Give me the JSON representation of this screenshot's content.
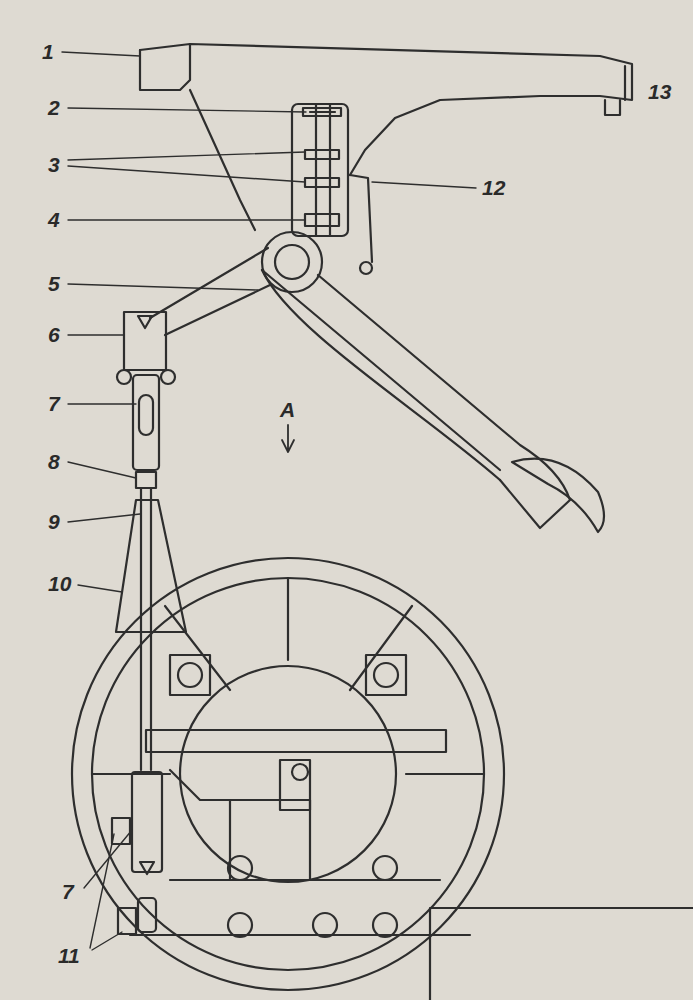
{
  "diagram": {
    "labels": [
      "1",
      "2",
      "3",
      "4",
      "5",
      "6",
      "7",
      "8",
      "9",
      "10",
      "7",
      "11",
      "12",
      "13",
      "A"
    ]
  }
}
